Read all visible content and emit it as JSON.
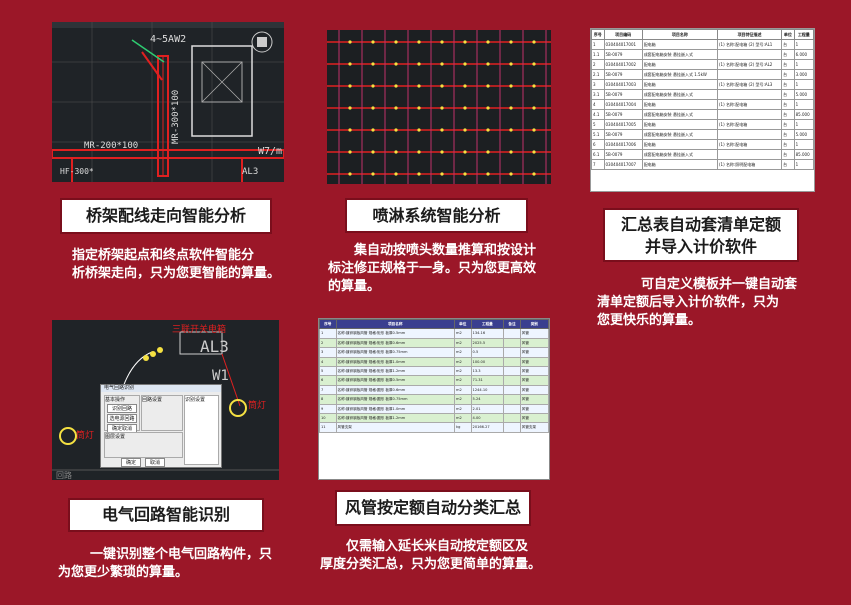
{
  "colors": {
    "background": "#9b1728",
    "cad_bg": "#1f2327",
    "cad_line": "#d9d9d9",
    "red_line": "#e02020",
    "title_border": "#7a0e1c"
  },
  "panels": [
    {
      "id": "bridge",
      "title": "桥架配线走向智能分析",
      "desc": [
        "指定桥架起点和终点软件智能分",
        "析桥架走向，只为您更智能的算量。"
      ],
      "cad_labels": {
        "a": "4~5AW2",
        "b": "MR-300*100",
        "c": "MR-200*100",
        "d": "W7/m",
        "e": "AL3",
        "f": "HF-300*"
      }
    },
    {
      "id": "sprinkler",
      "title": "喷淋系统智能分析",
      "desc": [
        "集自动按喷头数量推算和按设计",
        "标注修正规格于一身。只为您更高效",
        "的算量。"
      ]
    },
    {
      "id": "summary",
      "title": [
        "汇总表自动套清单定额",
        "并导入计价软件"
      ],
      "desc": [
        "可自定义模板并一键自动套",
        "清单定额后导入计价软件，只为",
        "您更快乐的算量。"
      ],
      "table_headers": [
        "序号",
        "项目编码",
        "项目名称",
        "项目特征描述",
        "单位",
        "工程量"
      ],
      "table_rows": [
        [
          "1",
          "030404017001",
          "配电箱",
          "(1) 名称:配电箱  (2) 型号:AL1",
          "台",
          "1"
        ],
        [
          "1.1",
          "5B-0079",
          "成套配电箱安装 悬挂嵌入式",
          "",
          "台",
          "6.000"
        ],
        [
          "2",
          "030404017002",
          "配电箱",
          "(1) 名称:配电箱  (2) 型号:AL2",
          "台",
          "1"
        ],
        [
          "2.1",
          "5B-0079",
          "成套配电箱安装 悬挂嵌入式 1.5kW",
          "",
          "台",
          "3.000"
        ],
        [
          "3",
          "030404017003",
          "配电箱",
          "(1) 名称:配电箱  (2) 型号:AL3",
          "台",
          "1"
        ],
        [
          "3.1",
          "5B-0079",
          "成套配电箱安装 悬挂嵌入式",
          "",
          "台",
          "5.000"
        ],
        [
          "4",
          "030404017004",
          "配电箱",
          "(1) 名称:配电箱",
          "台",
          "1"
        ],
        [
          "4.1",
          "5B-0079",
          "成套配电箱安装 悬挂嵌入式",
          "",
          "台",
          "85.000"
        ],
        [
          "5",
          "030404017005",
          "配电箱",
          "(1) 名称:配电箱",
          "台",
          "1"
        ],
        [
          "5.1",
          "5B-0079",
          "成套配电箱安装 悬挂嵌入式",
          "",
          "台",
          "5.000"
        ],
        [
          "6",
          "030404017006",
          "配电箱",
          "(1) 名称:配电箱",
          "台",
          "1"
        ],
        [
          "6.1",
          "5B-0079",
          "成套配电箱安装 悬挂嵌入式",
          "",
          "台",
          "85.000"
        ],
        [
          "7",
          "030404017007",
          "配电箱",
          "(1) 名称:照明配电箱",
          "台",
          "1"
        ]
      ]
    },
    {
      "id": "circuit",
      "title": "电气回路智能识别",
      "desc": [
        "一键识别整个电气回路构件，只",
        "为您更少繁琐的算量。"
      ],
      "cad_labels": {
        "a": "三联开关电箱",
        "b": "AL3",
        "c": "W1",
        "d": "筒灯",
        "e": "筒灯",
        "f": "回路"
      },
      "dialog": {
        "title": "电气回路识别",
        "group1": "基本操作",
        "btn1": "识别回路",
        "btn2": "选电源回路",
        "btn3": "确定取消",
        "group2": "回路设置",
        "group3": "识别设置",
        "group4": "图层设置",
        "ok": "确定",
        "cancel": "取消"
      }
    },
    {
      "id": "duct",
      "title": "风管按定额自动分类汇总",
      "desc": [
        "仅需输入延长米自动按定额区及",
        "厚度分类汇总，只为您更简单的算量。"
      ],
      "table_headers": [
        "序号",
        "项目名称",
        "单位",
        "工程量",
        "备注",
        "类别"
      ],
      "table_rows": [
        [
          "1",
          "名称:镀锌钢板风管 规格:矩形 板厚0.5mm",
          "m2",
          "134.16",
          "",
          "风管"
        ],
        [
          "2",
          "名称:镀锌钢板风管 规格:矩形 板厚0.6mm",
          "m2",
          "2025.5",
          "",
          "风管"
        ],
        [
          "3",
          "名称:镀锌钢板风管 规格:矩形 板厚0.75mm",
          "m2",
          "0.5",
          "",
          "风管"
        ],
        [
          "4",
          "名称:镀锌钢板风管 规格:矩形 板厚1.0mm",
          "m2",
          "100.00",
          "",
          "风管"
        ],
        [
          "5",
          "名称:镀锌钢板风管 规格:矩形 板厚1.2mm",
          "m2",
          "13.3",
          "",
          "风管"
        ],
        [
          "6",
          "名称:镀锌钢板风管 规格:圆形 板厚0.5mm",
          "m2",
          "71.31",
          "",
          "风管"
        ],
        [
          "7",
          "名称:镀锌钢板风管 规格:圆形 板厚0.6mm",
          "m2",
          "1244.10",
          "",
          "风管"
        ],
        [
          "8",
          "名称:镀锌钢板风管 规格:圆形 板厚0.75mm",
          "m2",
          "5.24",
          "",
          "风管"
        ],
        [
          "9",
          "名称:镀锌钢板风管 规格:圆形 板厚1.0mm",
          "m2",
          "2.01",
          "",
          "风管"
        ],
        [
          "10",
          "名称:镀锌钢板风管 规格:圆形 板厚1.2mm",
          "m2",
          "4.00",
          "",
          "风管"
        ],
        [
          "11",
          "风管支架",
          "kg",
          "20166.27",
          "",
          "风管支架"
        ]
      ]
    }
  ]
}
